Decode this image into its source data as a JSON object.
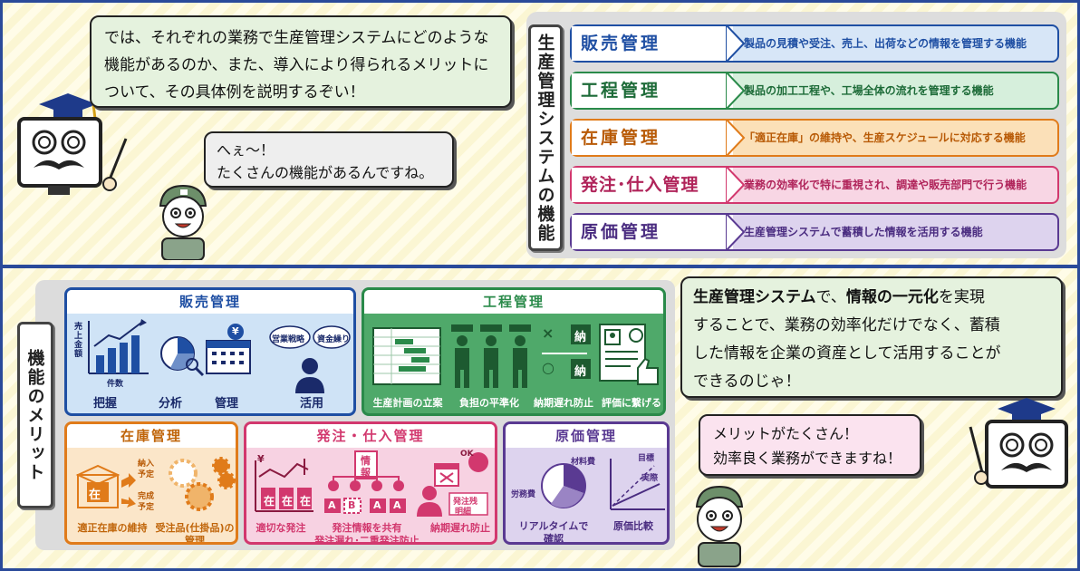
{
  "professor_bubble_1": {
    "lines": [
      "では、それぞれの業務で生産管理システムにどのような",
      "機能があるのか、また、導入により得られるメリットに",
      "ついて、その具体例を説明するぞい！"
    ]
  },
  "worker_bubble_1": {
    "lines": [
      "へぇ～！",
      "たくさんの機能があるんですね。"
    ]
  },
  "system_section": {
    "title": "生産管理システムの機能",
    "rows": [
      {
        "label": "販売管理",
        "desc": "製品の見積や受注、売上、出荷などの情報を管理する機能",
        "color": "#1f4fa3",
        "bg": "#d7e6f7"
      },
      {
        "label": "工程管理",
        "desc": "製品の加工工程や、工場全体の流れを管理する機能",
        "color": "#2a8a4a",
        "bg": "#d6efdc"
      },
      {
        "label": "在庫管理",
        "desc": "「適正在庫」の維持や、生産スケジュールに対応する機能",
        "color": "#e07b1a",
        "bg": "#fbe0b8"
      },
      {
        "label": "発注･仕入管理",
        "desc": "業務の効率化で特に重視され、調達や販売部門で行う機能",
        "color": "#d2386e",
        "bg": "#f8d6e4"
      },
      {
        "label": "原価管理",
        "desc": "生産管理システムで蓄積した情報を活用する機能",
        "color": "#5a3a92",
        "bg": "#ddd3ee"
      }
    ]
  },
  "merit_section": {
    "title": "機能のメリット",
    "sales": {
      "title": "販売管理",
      "color": "#1f4fa3",
      "fill": "#cfe3f6",
      "chart_ylabel": "売上金額",
      "chart_xlabel": "件数",
      "yen": "¥",
      "tags": [
        "営業戦略",
        "資金繰り"
      ],
      "captions": [
        "把握",
        "分析",
        "管理",
        "活用"
      ]
    },
    "process": {
      "title": "工程管理",
      "color": "#2a8a4a",
      "fill": "#4fa96a",
      "marks": [
        "×",
        "納",
        "○",
        "納"
      ],
      "captions": [
        "生産計画の立案",
        "負担の平準化",
        "納期遅れ防止",
        "評価に繋げる"
      ]
    },
    "inventory": {
      "title": "在庫管理",
      "color": "#e07b1a",
      "fill": "#fbe6c9",
      "box_char": "在",
      "sched": [
        "納入",
        "予定",
        "完成",
        "予定"
      ],
      "captions": [
        "適正在庫の維持",
        "受注品(仕掛品)の",
        "管理"
      ]
    },
    "purchase": {
      "title": "発注・仕入管理",
      "color": "#d2386e",
      "fill": "#f7d2e2",
      "yen": "¥",
      "stock_chars": [
        "在",
        "在",
        "在"
      ],
      "doc_chars": [
        "情",
        "報"
      ],
      "suppliers": [
        "A",
        "B",
        "A",
        "A"
      ],
      "ok": "OK",
      "badge_lines": [
        "発注残",
        "明細"
      ],
      "captions": [
        "適切な発注",
        "発注情報を共有",
        "発注漏れ･二重発注防止",
        "納期遅れ防止"
      ]
    },
    "cost": {
      "title": "原価管理",
      "color": "#5a3a92",
      "fill": "#ddd3ee",
      "pie_labels": [
        "材料費",
        "労務費"
      ],
      "line_labels": [
        "目標",
        "実際"
      ],
      "captions": [
        "リアルタイムで",
        "確認",
        "原価比較"
      ]
    }
  },
  "professor_bubble_2": {
    "lines": [
      [
        "生産管理システム",
        "で、",
        "情報の一元化",
        "を実現"
      ],
      "することで、業務の効率化だけでなく、蓄積",
      "した情報を企業の資産として活用することが",
      "できるのじゃ！"
    ]
  },
  "worker_bubble_2": {
    "lines": [
      "メリットがたくさん！",
      "効率良く業務ができますね！"
    ]
  }
}
